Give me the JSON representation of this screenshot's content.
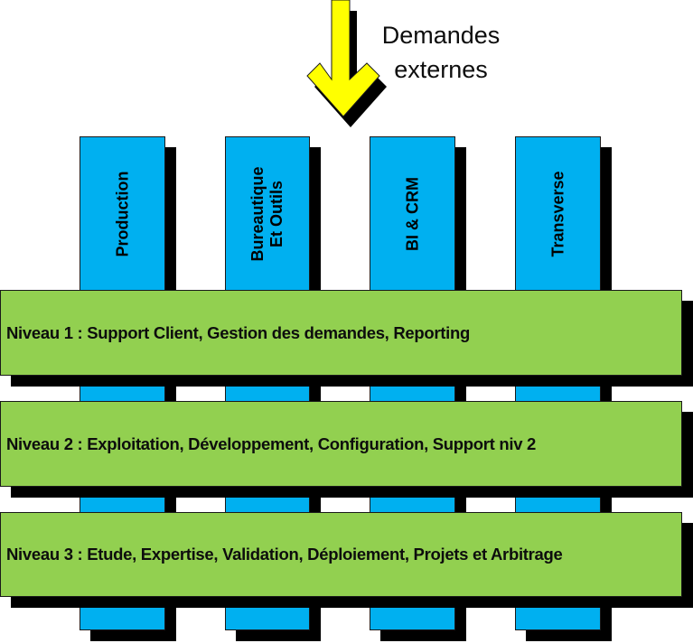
{
  "external": {
    "label_line1": "Demandes",
    "label_line2": "externes",
    "arrow_color": "#ffff00"
  },
  "columns": [
    {
      "label": "Production"
    },
    {
      "label": "Bureautique\nEt Outils"
    },
    {
      "label": "BI & CRM"
    },
    {
      "label": "Transverse"
    }
  ],
  "levels": [
    {
      "label": "Niveau 1 : Support Client, Gestion des demandes, Reporting"
    },
    {
      "label": "Niveau 2 : Exploitation, Développement, Configuration, Support niv 2"
    },
    {
      "label": "Niveau 3 : Etude, Expertise, Validation, Déploiement, Projets et Arbitrage"
    }
  ],
  "colors": {
    "column_fill": "#00b0f0",
    "level_fill": "#92d050",
    "shadow": "#000000"
  }
}
